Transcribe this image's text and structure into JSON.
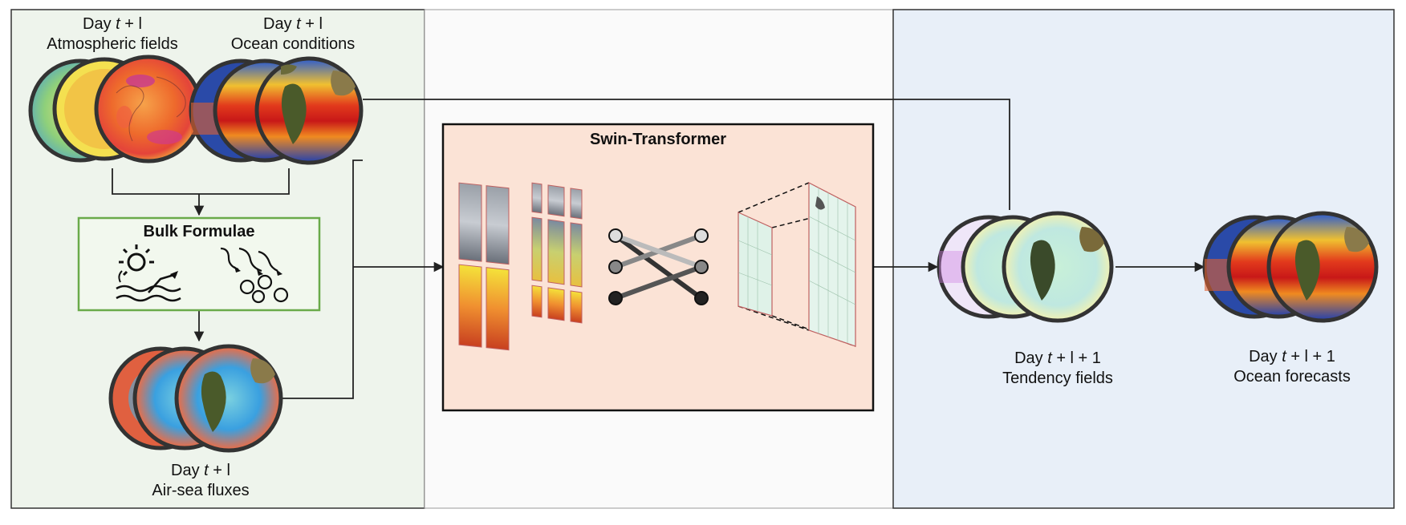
{
  "colors": {
    "left_panel_bg": "#eef4ec",
    "middle_panel_bg": "#fafafa",
    "right_panel_bg": "#e8eff8",
    "bulk_box_border": "#6aaa4a",
    "bulk_box_bg": "#f2f8ee",
    "swin_box_bg": "#fbe3d6",
    "line": "#222222"
  },
  "labels": {
    "atmospheric": {
      "line1_prefix": "Day ",
      "var": "t",
      "line1_suffix": " + l",
      "line2": "Atmospheric fields"
    },
    "ocean": {
      "line1_prefix": "Day ",
      "var": "t",
      "line1_suffix": " + l",
      "line2": "Ocean conditions"
    },
    "fluxes": {
      "line1_prefix": "Day ",
      "var": "t",
      "line1_suffix": " + l",
      "line2": "Air-sea fluxes"
    },
    "tendency": {
      "line1_prefix": "Day ",
      "var": "t",
      "line1_suffix": " + l + 1",
      "line2": "Tendency fields"
    },
    "forecast": {
      "line1_prefix": "Day ",
      "var": "t",
      "line1_suffix": " + l + 1",
      "line2": "Ocean forecasts"
    }
  },
  "bulk_formulae": {
    "title": "Bulk Formulae",
    "icons": [
      "sun-radiation-icon",
      "wind-eddies-icon"
    ]
  },
  "swin_transformer": {
    "title": "Swin-Transformer",
    "icons": [
      "patch-grid-icon",
      "window-shift-icon",
      "attention-map-icon"
    ]
  },
  "globe_icons": [
    "atmosphere-globe-icon",
    "ocean-globe-icon",
    "flux-globe-icon",
    "tendency-globe-icon",
    "forecast-globe-icon"
  ]
}
